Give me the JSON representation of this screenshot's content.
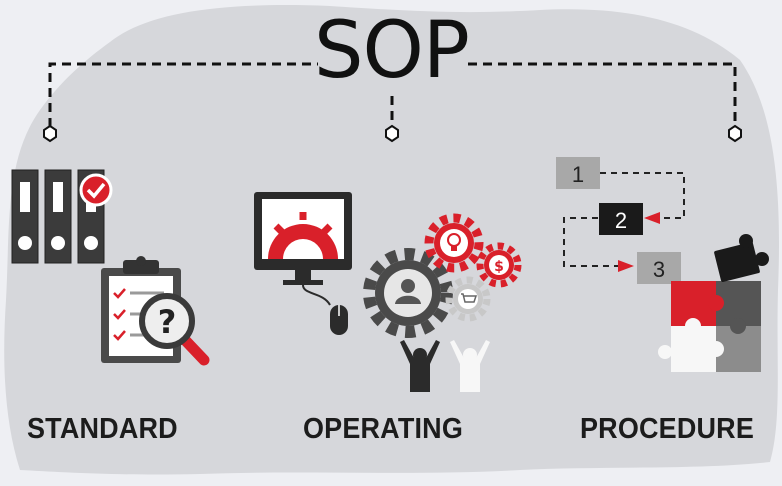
{
  "title": "SOP",
  "sections": [
    {
      "label": "STANDARD"
    },
    {
      "label": "OPERATING"
    },
    {
      "label": "PROCEDURE"
    }
  ],
  "steps": [
    "1",
    "2",
    "3"
  ],
  "icons": {
    "standard": [
      "binders-icon",
      "checkmark-badge-icon",
      "clipboard-checklist-icon",
      "magnifier-question-icon"
    ],
    "operating": [
      "monitor-gear-icon",
      "mouse-icon",
      "gear-person-icon",
      "gear-lightbulb-icon",
      "gear-dollar-icon",
      "gear-cart-icon",
      "raised-hands-people-icon"
    ],
    "procedure": [
      "numbered-steps-icon",
      "puzzle-icon"
    ]
  },
  "colors": {
    "accent": "#d9202a",
    "dark": "#1e1e1e",
    "gray": "#777777",
    "blob": "#d6d7db",
    "background": "#eeeff3"
  }
}
